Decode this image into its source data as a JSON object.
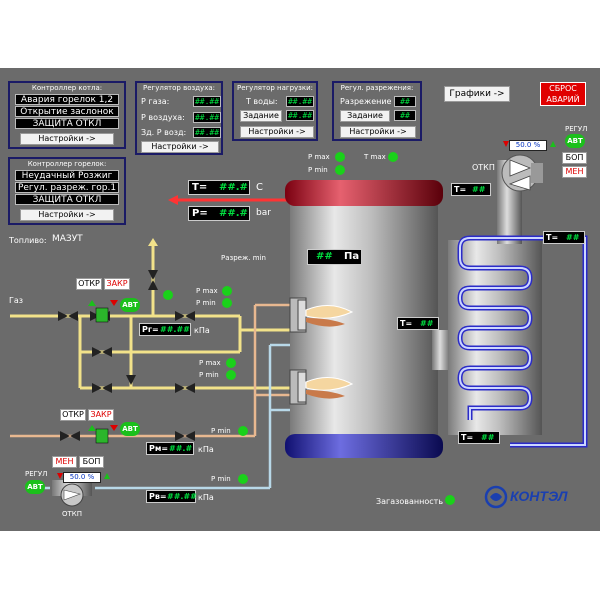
{
  "boiler_controller": {
    "title": "Контроллер котла:",
    "alarms": [
      "Авария горелок 1,2",
      "Открытие заслонок",
      "ЗАЩИТА ОТКЛ"
    ],
    "settings_label": "Настройки ->"
  },
  "burner_controller": {
    "title": "Контроллер горелок:",
    "alarms": [
      "Неудачный Розжиг",
      "Регул. разреж. гор.1",
      "ЗАЩИТА ОТКЛ"
    ],
    "settings_label": "Настройки ->"
  },
  "air_regulator": {
    "title": "Регулятор воздуха:",
    "rows": [
      {
        "label": "P газа:",
        "value": "##.##"
      },
      {
        "label": "P воздуха:",
        "value": "##.##"
      },
      {
        "label": "Зд. P возд:",
        "value": "##.##"
      }
    ],
    "settings_label": "Настройки ->"
  },
  "load_regulator": {
    "title": "Регулятор нагрузки:",
    "t_water_label": "T воды:",
    "t_water_value": "##.##",
    "setpoint_label": "Задание",
    "setpoint_value": "##.##",
    "settings_label": "Настройки ->"
  },
  "draft_regulator": {
    "title": "Регул. разрежения:",
    "draft_label": "Разрежение",
    "draft_value": "##",
    "setpoint_label": "Задание",
    "setpoint_value": "##",
    "settings_label": "Настройки ->"
  },
  "graphs_button": "Графики ->",
  "reset_button": [
    "СБРОС",
    "АВАРИЙ"
  ],
  "fuel": {
    "label": "Топливо:",
    "value": "МАЗУТ"
  },
  "gas_label": "Газ",
  "boiler": {
    "t_label": "T=",
    "t_value": "##.#",
    "t_unit": "C",
    "p_label": "P=",
    "p_value": "##.#",
    "p_unit": "bar",
    "draft_min_label": "Разреж. min",
    "draft_value": "##",
    "draft_unit": "Па",
    "p_max": "P max",
    "p_min": "P min",
    "t_max": "T max"
  },
  "burner_sensors": {
    "upper": [
      "P max",
      "P min"
    ],
    "mid": [
      "P max",
      "P min"
    ],
    "lower": [
      "P min"
    ],
    "bottom": [
      "P min"
    ]
  },
  "gas_valves": {
    "open": "ОТКР",
    "close": "ЗАКР",
    "auto": "АВТ"
  },
  "pressure_readouts": [
    {
      "label": "Pг=",
      "value": "##.##",
      "unit": "кПа"
    },
    {
      "label": "Pм=",
      "value": "##.#",
      "unit": "кПа"
    },
    {
      "label": "Pв=",
      "value": "##.##",
      "unit": "кПа"
    }
  ],
  "temp_readouts": [
    {
      "label": "T=",
      "value": "##"
    },
    {
      "label": "T=",
      "value": "##"
    },
    {
      "label": "T=",
      "value": "##"
    },
    {
      "label": "T=",
      "value": "##"
    }
  ],
  "damper_top": {
    "regul_label": "РЕГУЛ",
    "auto": "АВТ",
    "percent": "50.0 %",
    "bop": "БОП",
    "men": "МЕН",
    "name": "ОТКП"
  },
  "fan_bottom": {
    "regul_label": "РЕГУЛ",
    "auto": "АВТ",
    "percent": "50.0 %",
    "men": "МЕН",
    "bop": "БОП",
    "name": "ОТКП"
  },
  "gas_contamination_label": "Загазованность",
  "logo_text": "КОНТЭЛ",
  "colors": {
    "panel": "#6b6b6b",
    "gas_pipe": "#f2e28a",
    "air_pipe": "#e8b890",
    "cool_pipe": "#b8d8e8",
    "status_green": "#1ad11a",
    "reset_red": "#e00000"
  }
}
